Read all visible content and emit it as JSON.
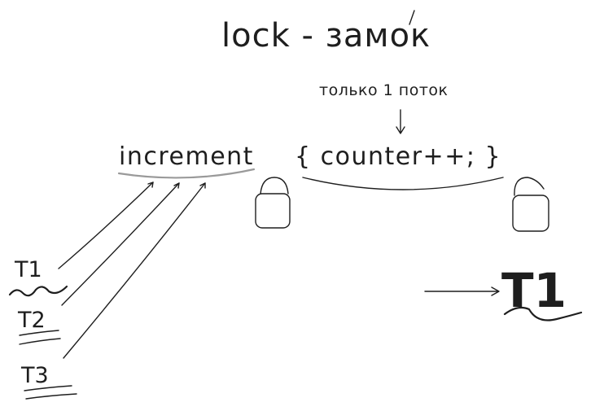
{
  "title": "lock - замок",
  "note": "только 1 поток",
  "code": {
    "function_name": "increment",
    "body": "{ counter++; }"
  },
  "threads": [
    "T1",
    "T2",
    "T3"
  ],
  "active_thread": "T1"
}
